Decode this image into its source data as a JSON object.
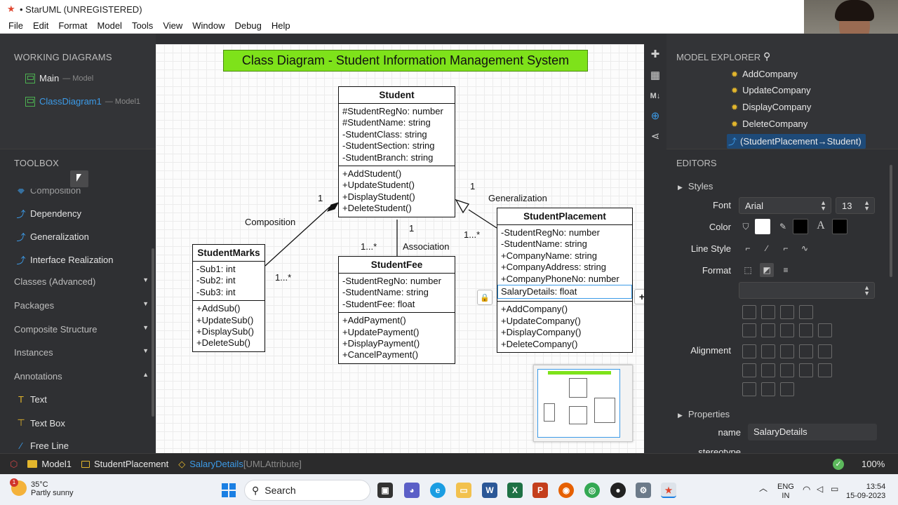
{
  "window": {
    "title": "• StarUML (UNREGISTERED)"
  },
  "menu": [
    "File",
    "Edit",
    "Format",
    "Model",
    "Tools",
    "View",
    "Window",
    "Debug",
    "Help"
  ],
  "working_diagrams": {
    "title": "WORKING DIAGRAMS",
    "items": [
      {
        "label": "Main",
        "sub": "— Model"
      },
      {
        "label": "ClassDiagram1",
        "sub": "— Model1"
      }
    ]
  },
  "toolbox": {
    "title": "TOOLBOX",
    "items": [
      "Composition",
      "Dependency",
      "Generalization",
      "Interface Realization"
    ],
    "groups": [
      "Classes (Advanced)",
      "Packages",
      "Composite Structure",
      "Instances",
      "Annotations"
    ],
    "annotations": [
      "Text",
      "Text Box",
      "Free Line"
    ]
  },
  "diagram": {
    "title": "Class Diagram - Student Information Management System",
    "classes": {
      "student": {
        "name": "Student",
        "attributes": [
          "#StudentRegNo: number",
          "#StudentName: string",
          "-StudentClass: string",
          "-StudentSection: string",
          "-StudentBranch: string"
        ],
        "operations": [
          "+AddStudent()",
          "+UpdateStudent()",
          "+DisplayStudent()",
          "+DeleteStudent()"
        ]
      },
      "marks": {
        "name": "StudentMarks",
        "attributes": [
          "-Sub1: int",
          "-Sub2: int",
          "-Sub3: int"
        ],
        "operations": [
          "+AddSub()",
          "+UpdateSub()",
          "+DisplaySub()",
          "+DeleteSub()"
        ]
      },
      "fee": {
        "name": "StudentFee",
        "attributes": [
          "-StudentRegNo: number",
          "-StudentName: string",
          "-StudentFee: float"
        ],
        "operations": [
          "+AddPayment()",
          "+UpdatePayment()",
          "+DisplayPayment()",
          "+CancelPayment()"
        ]
      },
      "placement": {
        "name": "StudentPlacement",
        "attributes": [
          "-StudentRegNo: number",
          "-StudentName: string",
          "+CompanyName: string",
          "+CompanyAddress: string",
          "+CompanyPhoneNo: number"
        ],
        "editing": "SalaryDetails: float",
        "operations": [
          "+AddCompany()",
          "+UpdateCompany()",
          "+DisplayCompany()",
          "+DeleteCompany()"
        ]
      }
    },
    "labels": {
      "composition": "Composition",
      "association": "Association",
      "generalization": "Generalization",
      "mult_comp_student": "1",
      "mult_comp_marks": "1...*",
      "mult_assoc_student": "1",
      "mult_assoc_fee": "1...*",
      "mult_gen_student": "1",
      "mult_gen_placement": "1...*"
    },
    "edit_buttons": [
      "+",
      "×",
      "↑",
      "↓"
    ]
  },
  "model_explorer": {
    "title": "MODEL EXPLORER",
    "items": [
      "AddCompany",
      "UpdateCompany",
      "DisplayCompany",
      "DeleteCompany"
    ],
    "selected": "(StudentPlacement→Student)"
  },
  "editors": {
    "title": "EDITORS",
    "styles": "Styles",
    "font_label": "Font",
    "font_value": "Arial",
    "font_size": "13",
    "color_label": "Color",
    "line_style_label": "Line Style",
    "format_label": "Format",
    "alignment_label": "Alignment",
    "properties": "Properties",
    "name_label": "name",
    "name_value": "SalaryDetails",
    "stereotype_label": "stereotype",
    "colors": {
      "fill": "#ffffff",
      "line": "#000000",
      "font": "#000000"
    }
  },
  "statusbar": {
    "model": "Model1",
    "element": "StudentPlacement",
    "attr_name": "SalaryDetails",
    "attr_type": "[UMLAttribute]",
    "zoom": "100%"
  },
  "taskbar": {
    "temp": "35°C",
    "weather": "Partly sunny",
    "weather_badge": "1",
    "search": "Search",
    "lang1": "ENG",
    "lang2": "IN",
    "time": "13:54",
    "date": "15-09-2023"
  }
}
